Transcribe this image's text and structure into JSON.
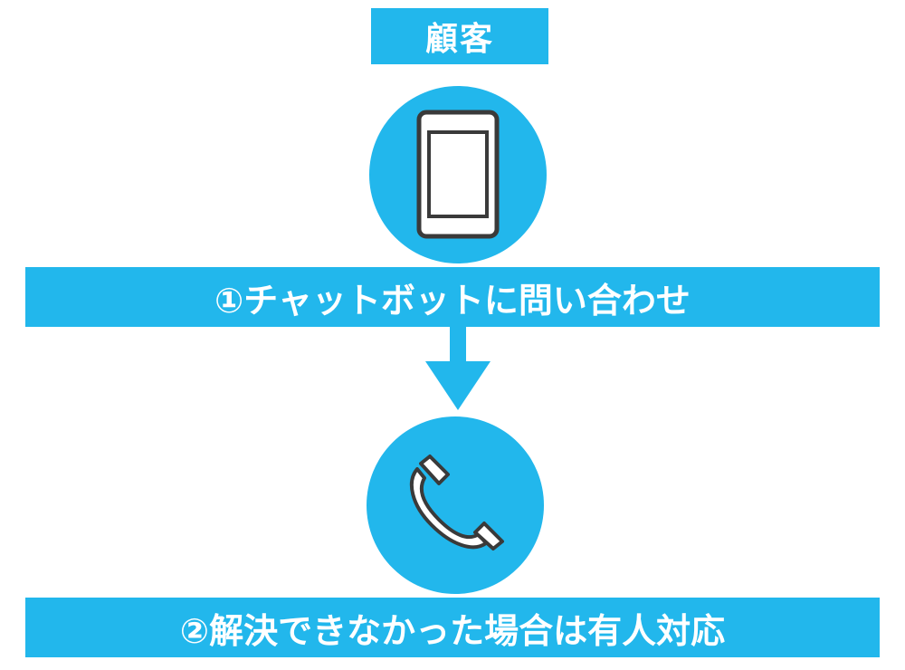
{
  "title": "顧客",
  "steps": [
    {
      "label": "①チャットボットに問い合わせ",
      "icon": "smartphone-icon"
    },
    {
      "label": "②解決できなかった場合は有人対応",
      "icon": "telephone-icon"
    }
  ],
  "colors": {
    "accent": "#22b7ec",
    "icon_stroke": "#3a3a3a",
    "icon_fill": "#ffffff"
  }
}
